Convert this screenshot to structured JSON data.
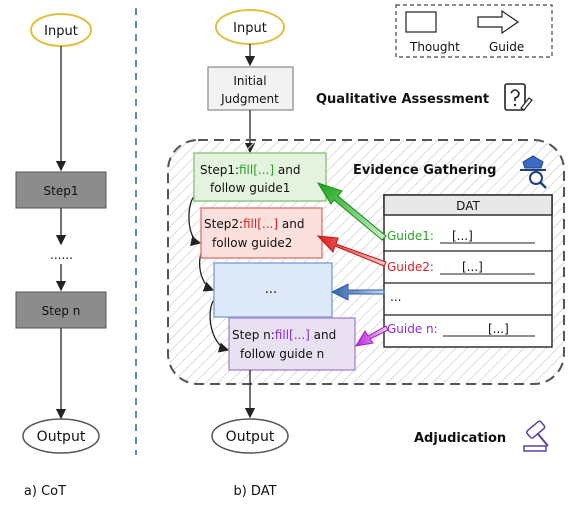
{
  "legend": {
    "thought_label": "Thought",
    "guide_label": "Guide"
  },
  "cot": {
    "input": "Input",
    "step1": "Step1",
    "ellipsis": "......",
    "step_n": "Step n",
    "output": "Output",
    "caption": "a) CoT"
  },
  "dat": {
    "input": "Input",
    "initial_judgment": [
      "Initial",
      "Judgment"
    ],
    "qualitative_assessment": "Qualitative Assessment",
    "evidence_gathering": "Evidence Gathering",
    "adjudication": "Adjudication",
    "output": "Output",
    "caption": "b) DAT",
    "steps": [
      {
        "prefix": "Step1:",
        "fill": "fill[...]",
        "suffix": " and",
        "line2": "follow guide1",
        "color": "#2ca02c",
        "bg": "#e3f3dd",
        "border": "#8bc47a"
      },
      {
        "prefix": "Step2:",
        "fill": "fill[...]",
        "suffix": " and",
        "line2": "follow guide2",
        "color": "#e02020",
        "bg": "#fbe0de",
        "border": "#e07a73"
      },
      {
        "prefix": "",
        "fill": "",
        "suffix": "",
        "line2": "...",
        "color": "#111111",
        "bg": "#dde9f8",
        "border": "#7ea4d6"
      },
      {
        "prefix": "Step n:",
        "fill": "fill[...]",
        "suffix": " and",
        "line2": "follow guide n",
        "color": "#8a2be2",
        "bg": "#e9e0f2",
        "border": "#a98cc8"
      }
    ],
    "table": {
      "header": "DAT",
      "rows": [
        {
          "label": "Guide1:",
          "value": "[...]",
          "color": "#2ca02c"
        },
        {
          "label": "Guide2:",
          "value": "[...]",
          "color": "#e02020"
        },
        {
          "label": "...",
          "value": "",
          "color": "#111111"
        },
        {
          "label": "Guide n:",
          "value": "[...]",
          "color": "#8a2be2"
        }
      ]
    }
  },
  "colors": {
    "input_border": "#e0c040",
    "gray_box": "#8c8c8c",
    "divider": "#5b8db8",
    "arrow_green": "#22b022",
    "arrow_red": "#e02020",
    "arrow_blue": "#3f6fb5",
    "arrow_purple": "#c040e0"
  },
  "icons": {
    "qualitative": "question-document-icon",
    "evidence": "detective-magnifier-icon",
    "adjudication": "gavel-icon"
  }
}
